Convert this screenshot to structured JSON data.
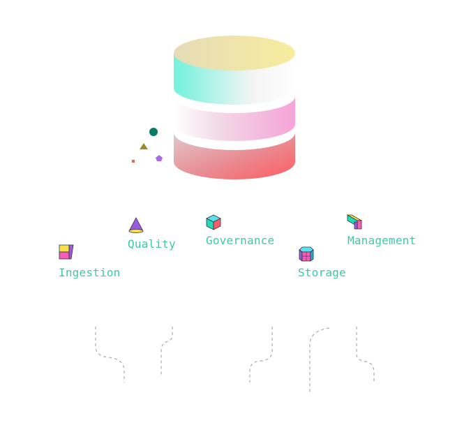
{
  "diagram": {
    "central_element": "database-cylinder",
    "label_color": "#3ec9a4",
    "colors": {
      "cylinder_top": [
        "#e6dcb8",
        "#f8ec9e"
      ],
      "band_1": [
        "#72f2dd",
        "#ffffff"
      ],
      "band_2": [
        "#ffffff",
        "#f5a3d7"
      ],
      "band_3": [
        "#e2c9cc",
        "#ff5c60"
      ],
      "dot_teal": "#0a7a68",
      "triangle_olive": "#9a8a2a",
      "pentagon_purple": "#a86ce6",
      "square_red": "#e06464",
      "connector_dash": "#aaaaaa"
    },
    "nodes": [
      {
        "label": "Ingestion",
        "icon": "document-stack-icon"
      },
      {
        "label": "Quality",
        "icon": "cone-icon"
      },
      {
        "label": "Governance",
        "icon": "cube-icon"
      },
      {
        "label": "Storage",
        "icon": "hexagonal-prism-icon"
      },
      {
        "label": "Management",
        "icon": "box-stack-icon"
      }
    ]
  }
}
